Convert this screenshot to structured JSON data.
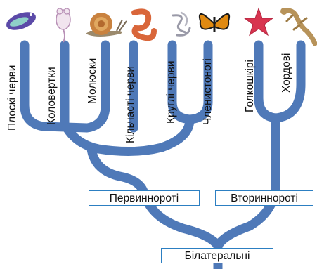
{
  "tree": {
    "branch_color": "#4f79b8",
    "box_border_color": "#2c7fc2",
    "taxa": [
      {
        "label": "Плоскі черви",
        "icon": "flatworm-icon",
        "icon_color": "#5b4aa8"
      },
      {
        "label": "Коловертки",
        "icon": "rotifer-icon",
        "icon_color": "#c9a7c7"
      },
      {
        "label": "Молюски",
        "icon": "snail-icon",
        "icon_color": "#b8743a"
      },
      {
        "label": "Кільчасті черви",
        "icon": "earthworm-icon",
        "icon_color": "#d9663a"
      },
      {
        "label": "Круглі черви",
        "icon": "roundworm-icon",
        "icon_color": "#9a9aa8"
      },
      {
        "label": "Членистоногі",
        "icon": "butterfly-icon",
        "icon_color": "#e08a12"
      },
      {
        "label": "Голкошкірі",
        "icon": "starfish-icon",
        "icon_color": "#d8344f"
      },
      {
        "label": "Хордові",
        "icon": "lizard-icon",
        "icon_color": "#b7935a"
      }
    ],
    "groups": {
      "protostomes": "Первиннороті",
      "deuterostomes": "Вториннороті",
      "bilaterians": "Білатеральні"
    }
  }
}
